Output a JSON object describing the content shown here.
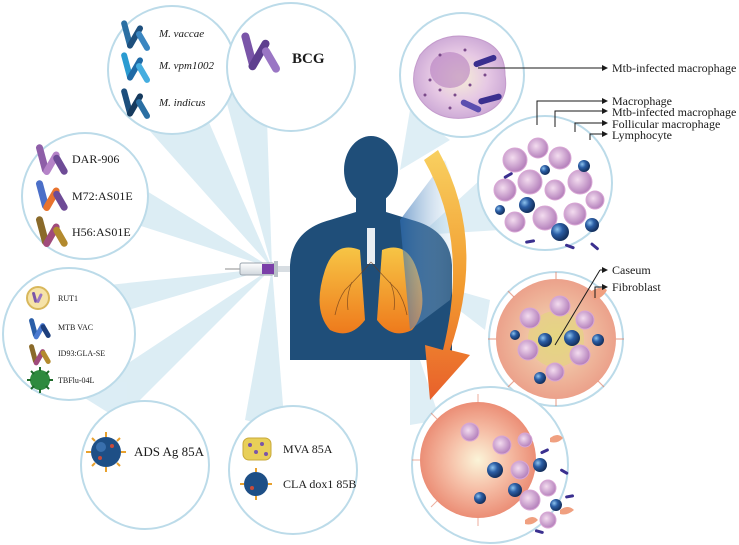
{
  "vaccine_groups": {
    "whole_cell": {
      "items": [
        {
          "label": "M. vaccae"
        },
        {
          "label": "M. vpm1002"
        },
        {
          "label": "M. indicus"
        }
      ]
    },
    "bcg": {
      "label": "BCG"
    },
    "subunit_adjuvant": {
      "items": [
        {
          "label": "DAR-906"
        },
        {
          "label": "M72:AS01E"
        },
        {
          "label": "H56:AS01E"
        }
      ]
    },
    "other": {
      "items": [
        {
          "label": "RUT1"
        },
        {
          "label": "MTB VAC"
        },
        {
          "label": "ID93:GLA-SE"
        },
        {
          "label": "TBFlu-04L"
        }
      ]
    },
    "ads": {
      "label": "ADS Ag 85A"
    },
    "viral_vector": {
      "items": [
        {
          "label": "MVA 85A"
        },
        {
          "label": "CLA dox1 85B"
        }
      ]
    }
  },
  "pathology_labels": {
    "stage1": {
      "label": "Mtb-infected macrophage"
    },
    "stage2": {
      "items": [
        {
          "label": "Macrophage"
        },
        {
          "label": "Mtb-infected macrophage"
        },
        {
          "label": "Follicular macrophage"
        },
        {
          "label": "Lymphocyte"
        }
      ]
    },
    "stage3": {
      "items": [
        {
          "label": "Caseum"
        },
        {
          "label": "Fibroblast"
        }
      ]
    }
  },
  "colors": {
    "ray": "#cfe6f1",
    "circle_border": "#bcdbe9",
    "body": "#1f4e79",
    "lung_outer": "#f4a21c",
    "lung_inner": "#e8731e",
    "arrow_start": "#f7c046",
    "arrow_end": "#e8602c",
    "bacillus_blue": "#2a6fa3",
    "bacillus_purple": "#7a55a8",
    "granuloma_pink": "#f2b79c",
    "macrophage_purple": "#b891c4",
    "lymphocyte_blue": "#2b5ea5"
  }
}
